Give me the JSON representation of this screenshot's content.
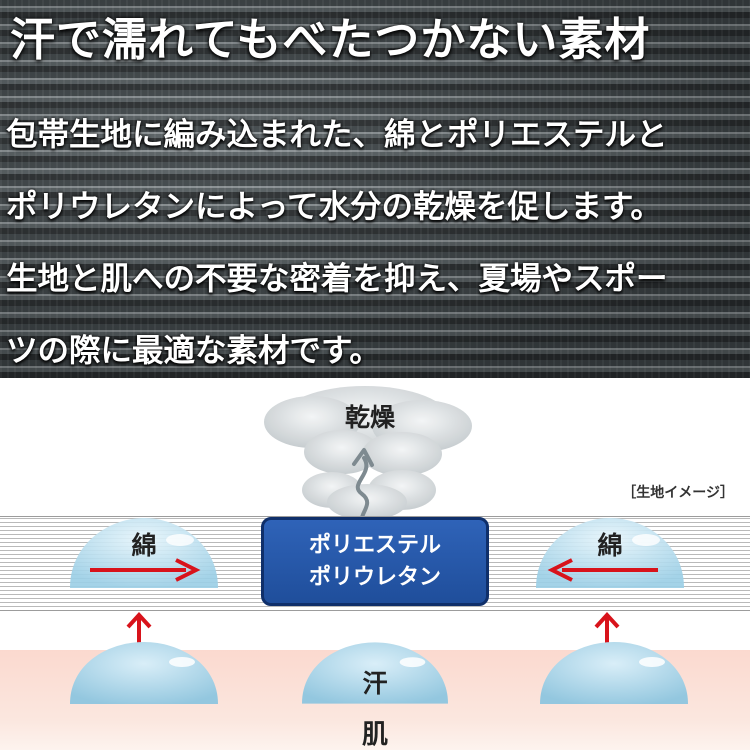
{
  "header": {
    "headline": "汗で濡れてもべたつかない素材",
    "description_lines": [
      "包帯生地に編み込まれた、綿とポリエステルと",
      "ポリウレタンによって水分の乾燥を促します。",
      "生地と肌への不要な密着を抑え、夏場やスポー",
      "ツの際に最適な素材です。"
    ]
  },
  "diagram": {
    "image_tag": "［生地イメージ］",
    "dry_label": "乾燥",
    "fabric_box": {
      "line1": "ポリエステル",
      "line2": "ポリウレタン"
    },
    "cotton_left_label": "綿",
    "cotton_right_label": "綿",
    "sweat_label": "汗",
    "skin_label": "肌"
  },
  "colors": {
    "arrow_red": "#d8131b",
    "box_blue": "#2a5caf",
    "drop_blue": "#a8d6ea",
    "skin_pink": "#fbdcd2"
  }
}
